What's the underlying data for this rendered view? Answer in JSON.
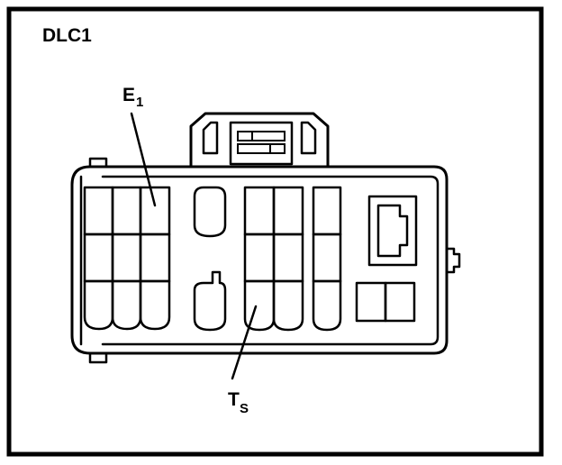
{
  "diagram": {
    "title": "DLC1",
    "labels": [
      {
        "id": "e1",
        "main": "E",
        "sub": "1"
      },
      {
        "id": "ts",
        "main": "T",
        "sub": "S"
      }
    ]
  }
}
